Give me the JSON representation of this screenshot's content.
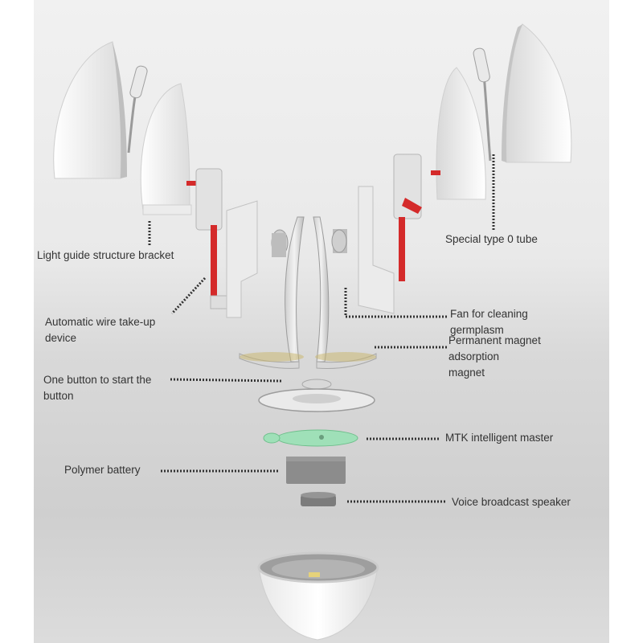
{
  "labels": {
    "light_guide": "Light guide structure bracket",
    "special_tube": "Special type 0 tube",
    "wire_takeup": "Automatic wire take-up\n device",
    "fan": "Fan for cleaning\ngermplasm",
    "magnet": "Permanent magnet\n adsorption\nmagnet",
    "one_button": "One button to start the\n button",
    "mtk": "MTK intelligent master",
    "battery": "Polymer battery",
    "speaker": "Voice broadcast speaker"
  },
  "colors": {
    "shell": "#f7f7f7",
    "accent_red": "#d42a2a",
    "pcb_green": "#9fe0b8",
    "battery_grey": "#8c8c8c",
    "leader": "#333333"
  }
}
